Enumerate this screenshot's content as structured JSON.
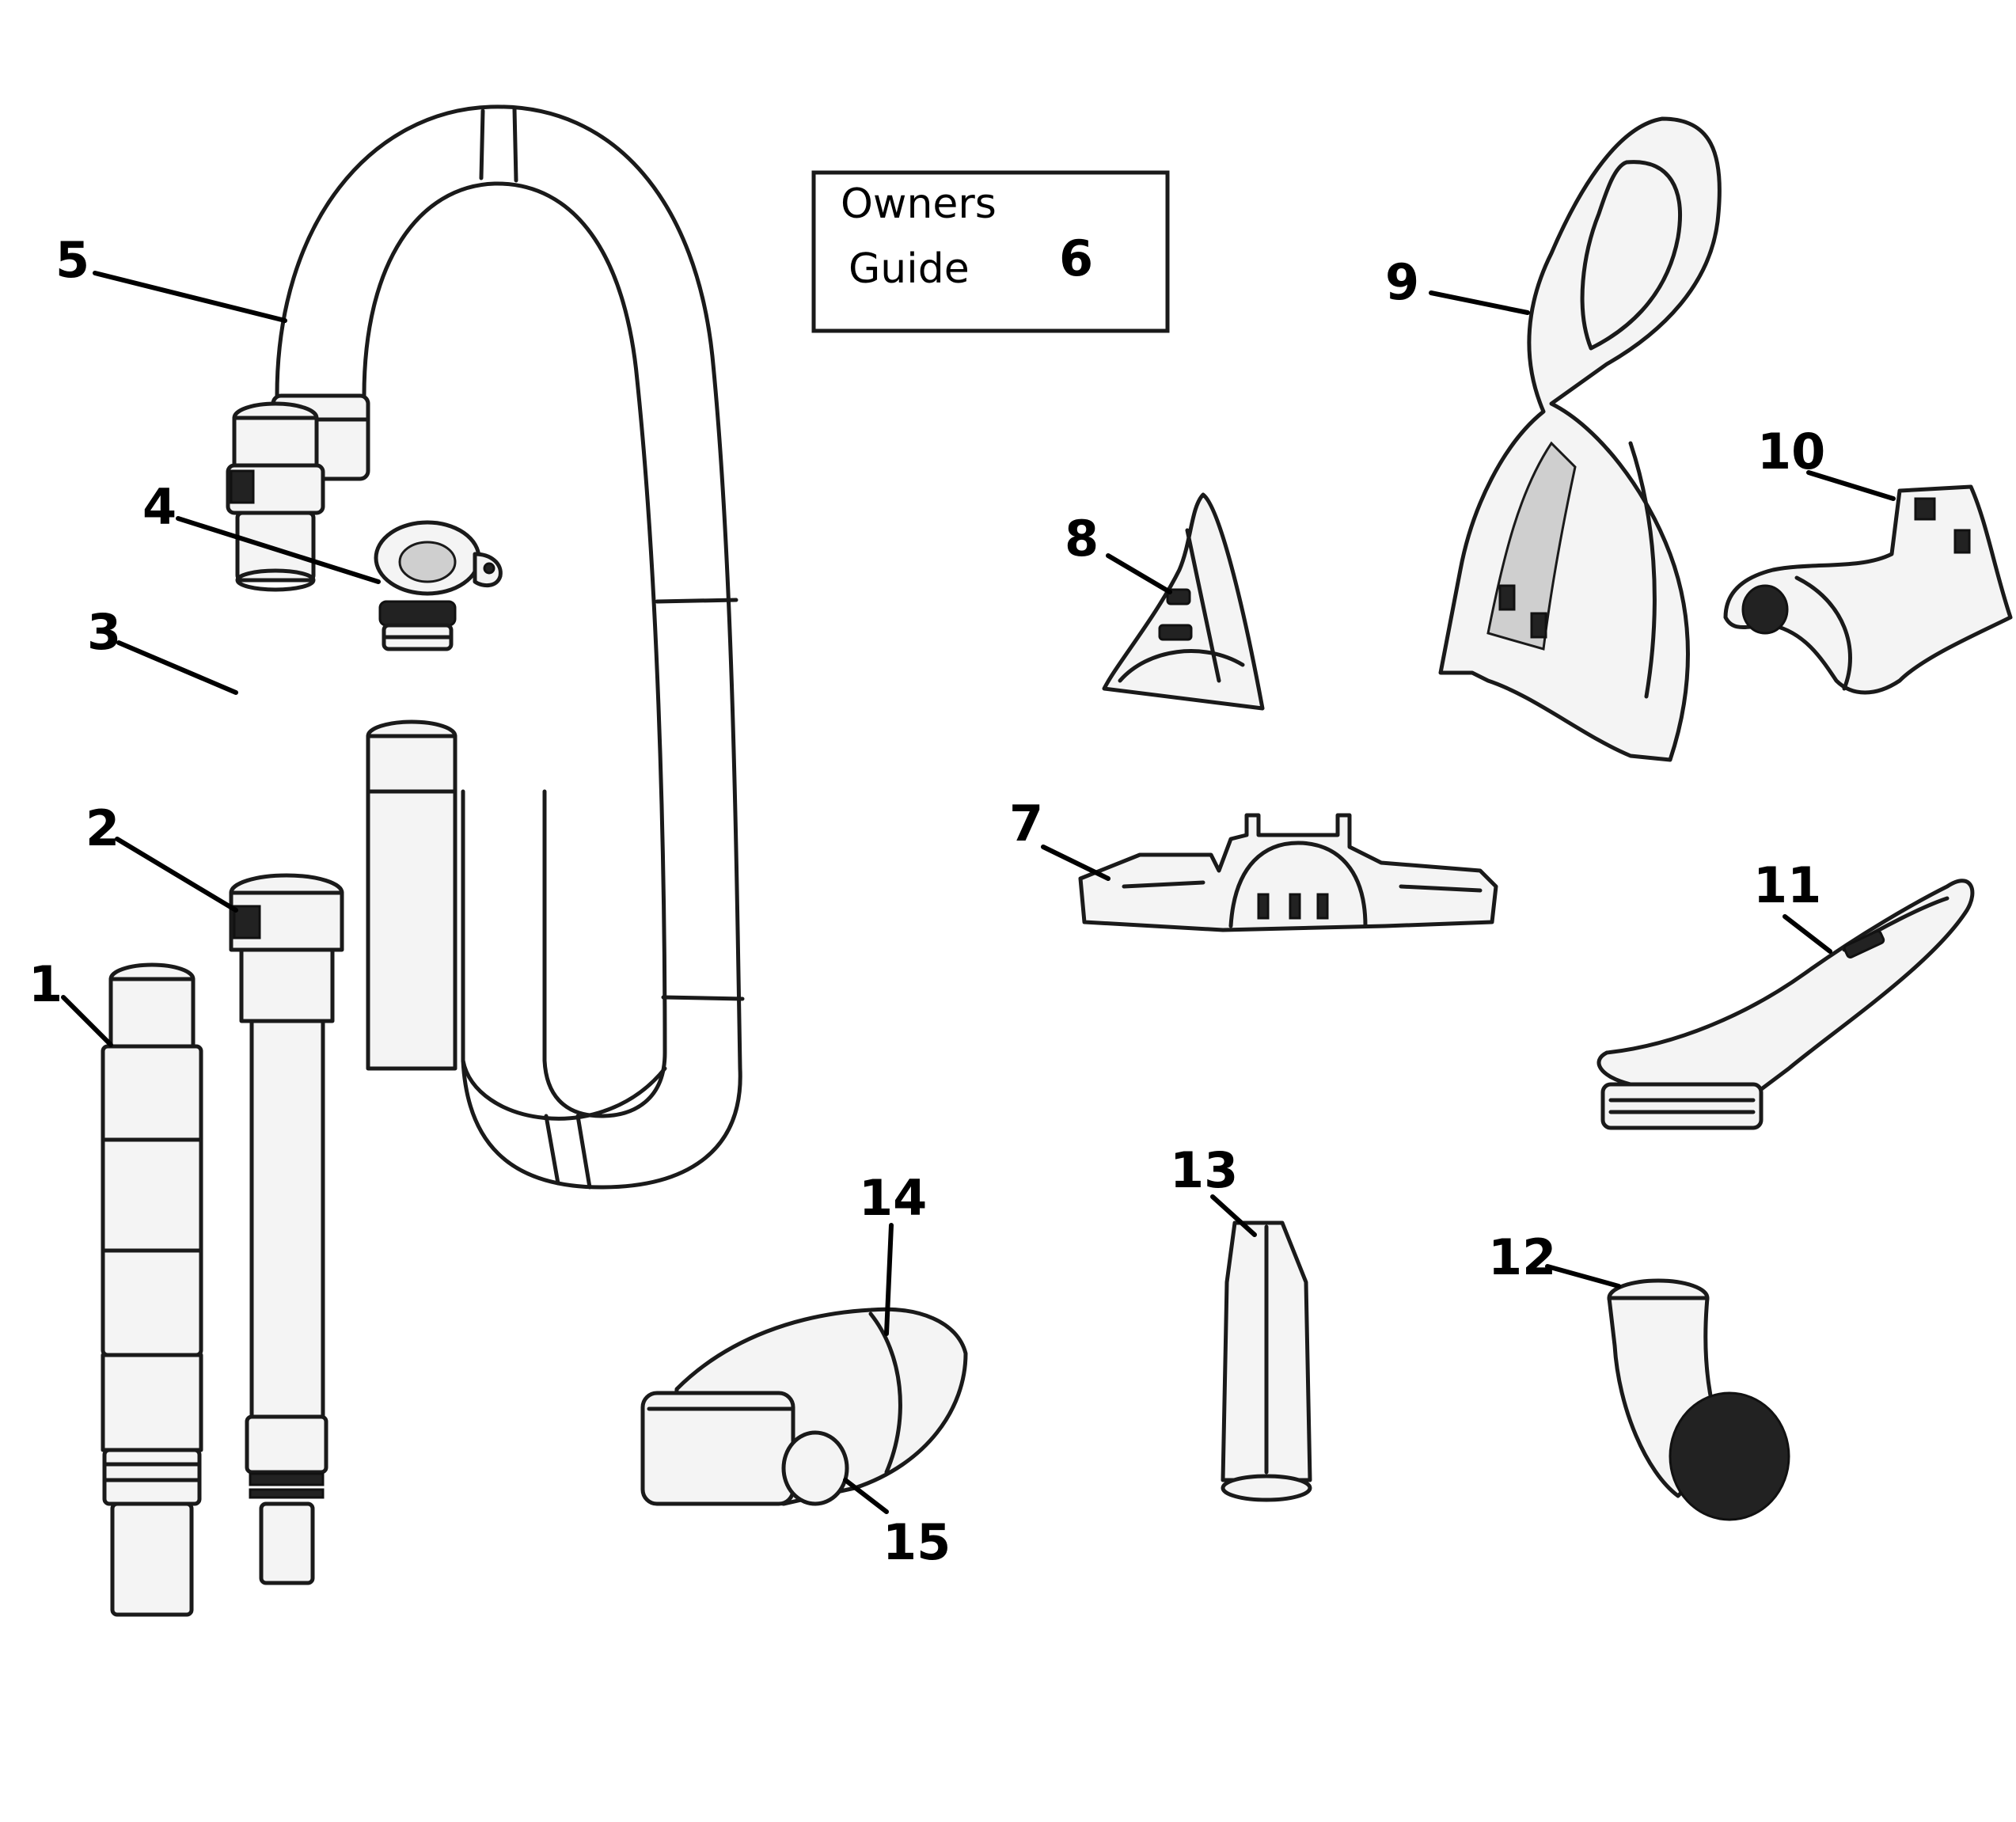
{
  "diagram": {
    "callouts": {
      "c1": "1",
      "c2": "2",
      "c3": "3",
      "c4": "4",
      "c5": "5",
      "c7": "7",
      "c8": "8",
      "c9": "9",
      "c10": "10",
      "c11": "11",
      "c12": "12",
      "c13": "13",
      "c14": "14",
      "c15": "15"
    },
    "owners_guide": {
      "line1": "Owners",
      "line2": "Guide",
      "number": "6"
    }
  },
  "colors": {
    "background": "#ffffff",
    "line": "#1a1a1a"
  }
}
